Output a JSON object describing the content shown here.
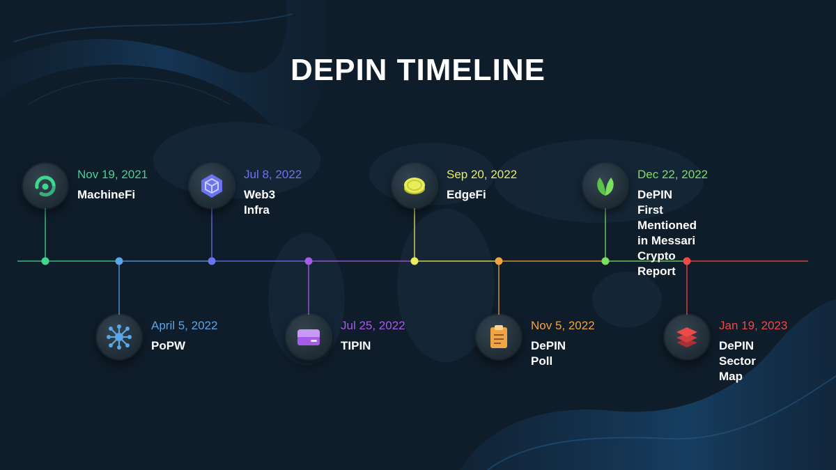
{
  "title": "DEPIN TIMELINE",
  "events": [
    {
      "date": "Nov 19, 2021",
      "name": "MachineFi",
      "color": "#40d68f",
      "icon": "machinefi-swirl-icon"
    },
    {
      "date": "April 5, 2022",
      "name": "PoPW",
      "color": "#5ba6e6",
      "icon": "network-hub-icon"
    },
    {
      "date": "Jul 8, 2022",
      "name": "Web3 Infra",
      "color": "#6a73f0",
      "icon": "cube-icon"
    },
    {
      "date": "Jul 25, 2022",
      "name": "TIPIN",
      "color": "#a65ce8",
      "icon": "hard-drive-icon"
    },
    {
      "date": "Sep 20, 2022",
      "name": "EdgeFi",
      "color": "#e8ee5a",
      "icon": "coin-icon"
    },
    {
      "date": "Nov 5, 2022",
      "name": "DePIN Poll",
      "color": "#f0a445",
      "icon": "clipboard-icon"
    },
    {
      "date": "Dec 22, 2022",
      "name": "DePIN First Mentioned\nin Messari Crypto Report",
      "color": "#79e060",
      "icon": "leaf-icon"
    },
    {
      "date": "Jan 19, 2023",
      "name": "DePIN Sector\nMap",
      "color": "#ee4a4a",
      "icon": "layers-icon"
    }
  ]
}
